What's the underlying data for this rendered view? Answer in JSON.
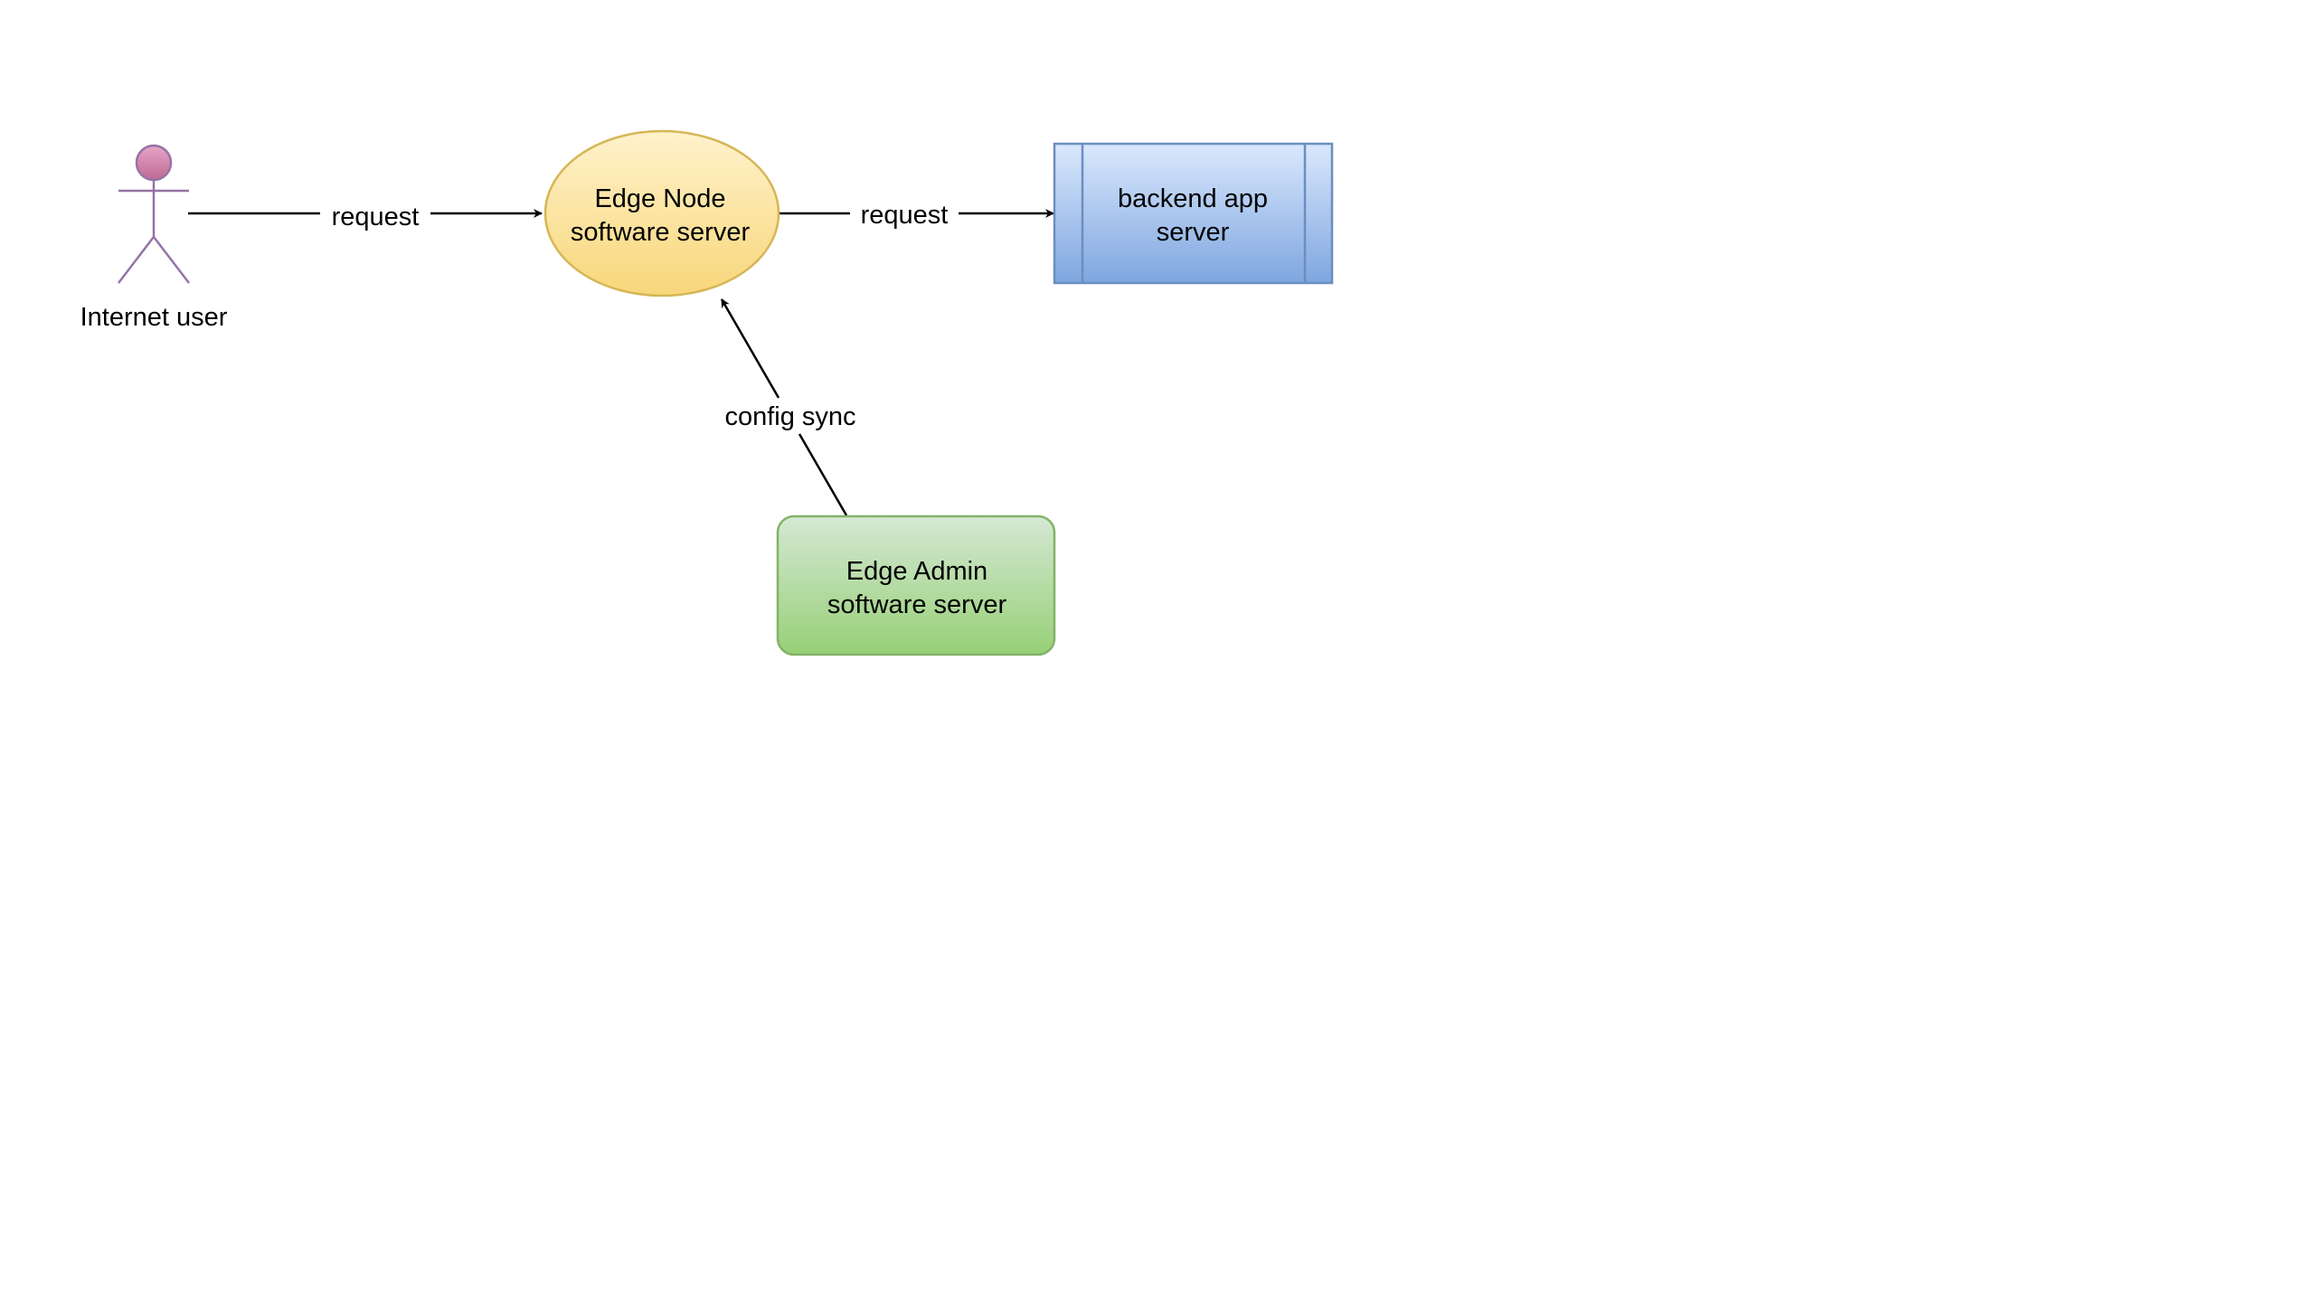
{
  "actor": {
    "label": "Internet user"
  },
  "nodes": {
    "edge_node": {
      "line1": "Edge Node",
      "line2": "software server"
    },
    "backend": {
      "line1": "backend app",
      "line2": "server"
    },
    "admin": {
      "line1": "Edge Admin",
      "line2": "software server"
    }
  },
  "edges": {
    "user_to_node": "request",
    "node_to_backend": "request",
    "admin_to_node": "config sync"
  },
  "colors": {
    "actor_fill_top": "#e6a5c8",
    "actor_fill_bottom": "#c06a93",
    "actor_stroke": "#9673a6",
    "edge_node_fill_top": "#fff2cc",
    "edge_node_fill_bottom": "#f8d77a",
    "edge_node_stroke": "#d6b656",
    "backend_fill_top": "#dae8fc",
    "backend_fill_bottom": "#7ea6e0",
    "backend_stroke": "#6c8ebf",
    "admin_fill_top": "#d5e8d4",
    "admin_fill_bottom": "#97d077",
    "admin_stroke": "#82b366",
    "line": "#000000"
  }
}
